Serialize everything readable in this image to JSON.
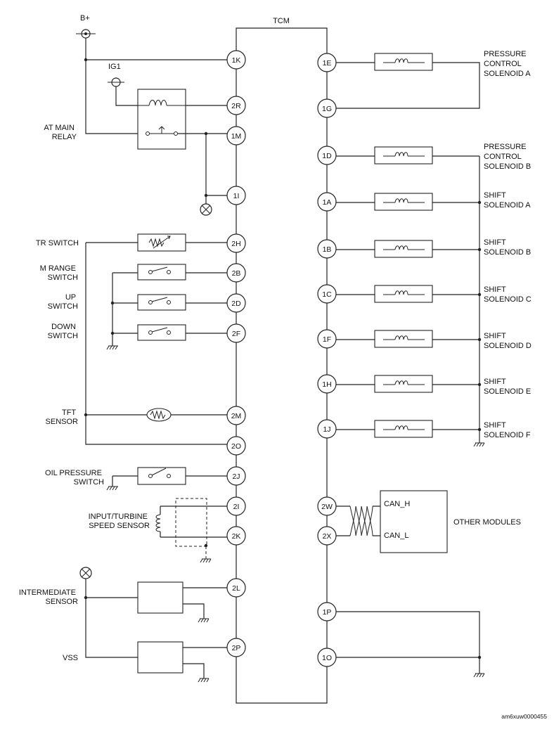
{
  "title": "TCM",
  "footer_code": "am6xuw0000455",
  "power": {
    "battery": "B+",
    "ignition": "IG1"
  },
  "left_labels": {
    "at_main_relay": [
      "AT MAIN",
      "RELAY"
    ],
    "tr_switch": [
      "TR SWITCH"
    ],
    "m_range_switch": [
      "M RANGE",
      "SWITCH"
    ],
    "up_switch": [
      "UP",
      "SWITCH"
    ],
    "down_switch": [
      "DOWN",
      "SWITCH"
    ],
    "tft_sensor": [
      "TFT",
      "SENSOR"
    ],
    "oil_pressure_switch": [
      "OIL PRESSURE",
      "SWITCH"
    ],
    "input_turbine_speed_sensor": [
      "INPUT/TURBINE",
      "SPEED SENSOR"
    ],
    "intermediate_sensor": [
      "INTERMEDIATE",
      "SENSOR"
    ],
    "vss": [
      "VSS"
    ]
  },
  "right_labels": {
    "pcs_a": [
      "PRESSURE",
      "CONTROL",
      "SOLENOID A"
    ],
    "pcs_b": [
      "PRESSURE",
      "CONTROL",
      "SOLENOID B"
    ],
    "shift_a": [
      "SHIFT",
      "SOLENOID A"
    ],
    "shift_b": [
      "SHIFT",
      "SOLENOID B"
    ],
    "shift_c": [
      "SHIFT",
      "SOLENOID C"
    ],
    "shift_d": [
      "SHIFT",
      "SOLENOID D"
    ],
    "shift_e": [
      "SHIFT",
      "SOLENOID E"
    ],
    "shift_f": [
      "SHIFT",
      "SOLENOID F"
    ],
    "other_modules": [
      "OTHER MODULES"
    ],
    "can_h": "CAN_H",
    "can_l": "CAN_L"
  },
  "left_pins": [
    "1K",
    "2R",
    "1M",
    "1I",
    "2H",
    "2B",
    "2D",
    "2F",
    "2M",
    "2O",
    "2J",
    "2I",
    "2K",
    "2L",
    "2P"
  ],
  "right_pins": [
    "1E",
    "1G",
    "1D",
    "1A",
    "1B",
    "1C",
    "1F",
    "1H",
    "1J",
    "2W",
    "2X",
    "1P",
    "1O"
  ]
}
